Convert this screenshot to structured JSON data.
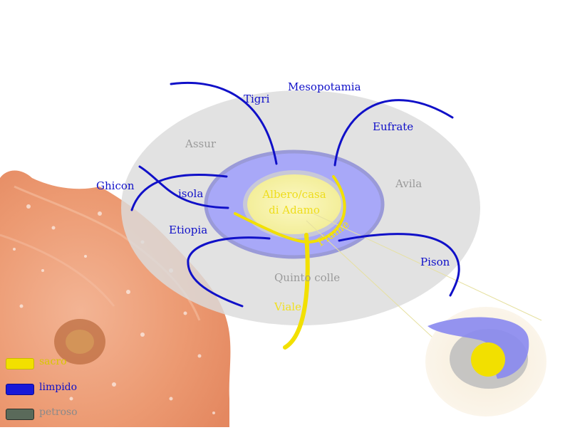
{
  "regions": {
    "outer": "Mesopotamia",
    "assur": "Assur",
    "avila": "Avila",
    "quinto_colle": "Quinto colle",
    "center": [
      "Albero/casa",
      "di Adamo"
    ]
  },
  "rivers": {
    "tigri": "Tigri",
    "eufrate": "Eufrate",
    "ghicon": "Ghicon",
    "isola": "isola",
    "etiopia": "Etiopia",
    "pison": "Pison",
    "fiume": "Fiume",
    "viale": "Viale"
  },
  "legend": [
    {
      "label": "sacro",
      "color": "#f2e000",
      "text_color": "#d8c800"
    },
    {
      "label": "limpido",
      "color": "#1818d8",
      "text_color": "#1010c8"
    },
    {
      "label": "petroso",
      "color": "#5a6a5a",
      "text_color": "#8a8a8a"
    }
  ],
  "colors": {
    "outer_region": "#dcdcdc",
    "water_ring": "#a8a8f8",
    "water_ring_edge": "#9a9ae0",
    "center": "#f6f2a8",
    "river_blue": "#1010c8",
    "sacred_yellow": "#f2e000",
    "flower": "#ef9a72"
  }
}
